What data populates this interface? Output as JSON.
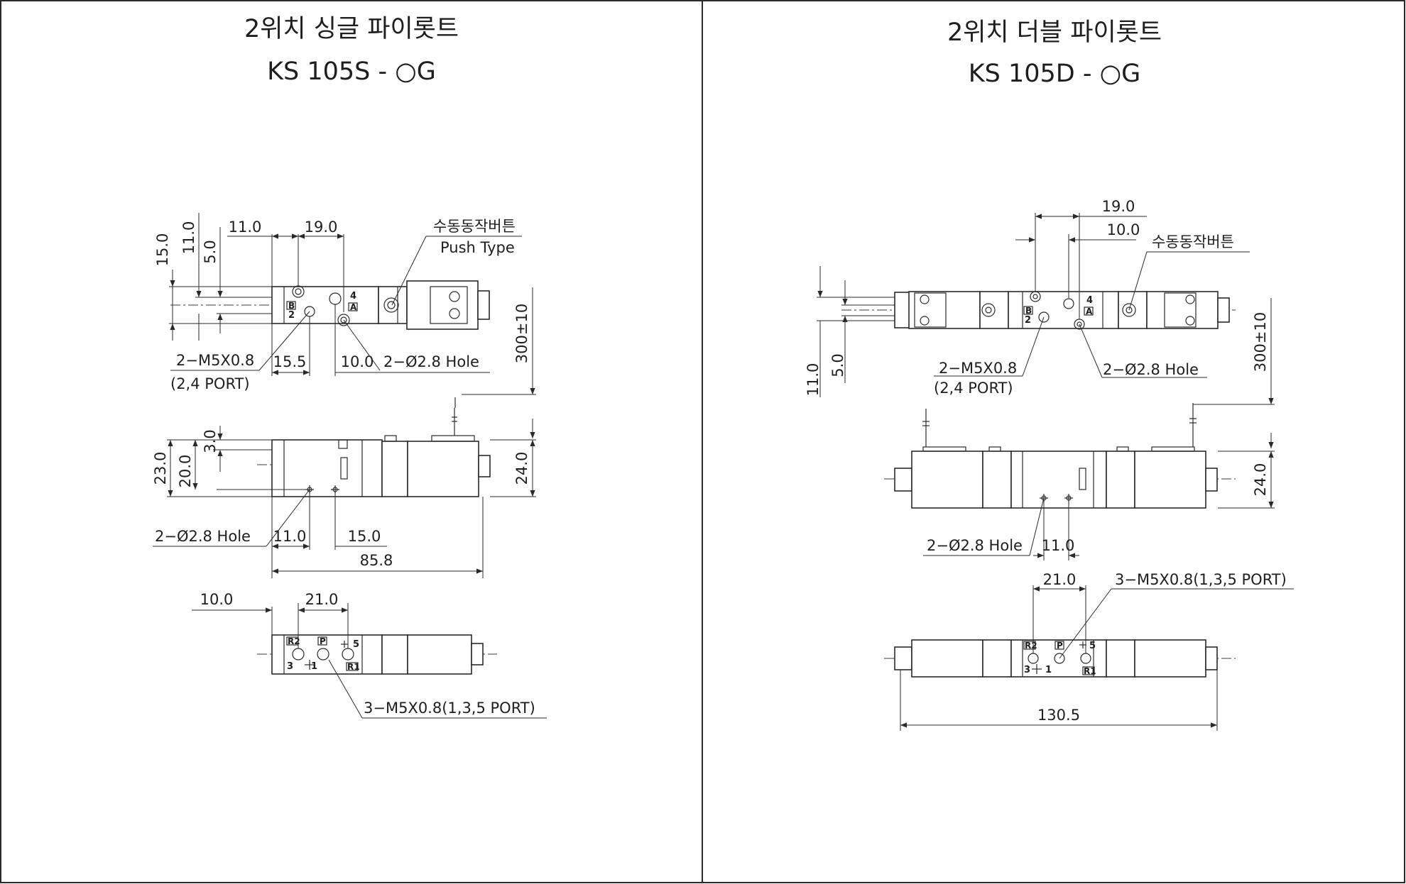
{
  "left": {
    "title": "2위치 싱글 파이롯트",
    "model": "KS 105S - ○G",
    "top_view": {
      "dims": [
        "15.0",
        "11.0",
        "5.0",
        "11.0",
        "19.0",
        "15.5",
        "10.0",
        "300±10"
      ],
      "button_label": "수동동작버튼",
      "button_type": "Push Type",
      "m5_label": "2−M5X0.8",
      "m5_ports": "(2,4 PORT)",
      "hole_label": "2−Ø2.8 Hole",
      "ports": [
        "B",
        "A"
      ],
      "port_nums": [
        "4",
        "2"
      ]
    },
    "side_view": {
      "dims": [
        "23.0",
        "20.0",
        "3.0",
        "24.0",
        "11.0",
        "15.0",
        "85.8"
      ],
      "hole_label": "2−Ø2.8 Hole"
    },
    "bottom_view": {
      "dims": [
        "10.0",
        "21.0"
      ],
      "port_label": "3−M5X0.8(1,3,5 PORT)",
      "ports": [
        "R2",
        "P",
        "R1"
      ],
      "port_nums": [
        "5",
        "3",
        "1"
      ]
    }
  },
  "right": {
    "title": "2위치 더블 파이롯트",
    "model": "KS 105D - ○G",
    "top_view": {
      "dims": [
        "19.0",
        "10.0",
        "11.0",
        "5.0",
        "300±10"
      ],
      "button_label": "수동동작버튼",
      "m5_label": "2−M5X0.8",
      "m5_ports": "(2,4 PORT)",
      "hole_label": "2−Ø2.8 Hole",
      "ports": [
        "B",
        "A"
      ],
      "port_nums": [
        "4",
        "2"
      ]
    },
    "side_view": {
      "dims": [
        "24.0",
        "11.0"
      ],
      "hole_label": "2−Ø2.8 Hole"
    },
    "bottom_view": {
      "dims": [
        "21.0",
        "130.5"
      ],
      "port_label": "3−M5X0.8(1,3,5 PORT)",
      "ports": [
        "R2",
        "P",
        "R1"
      ],
      "port_nums": [
        "5",
        "3",
        "1"
      ]
    }
  },
  "colors": {
    "line": "#2a2a2a",
    "background": "#ffffff",
    "text": "#1e1e1e"
  }
}
